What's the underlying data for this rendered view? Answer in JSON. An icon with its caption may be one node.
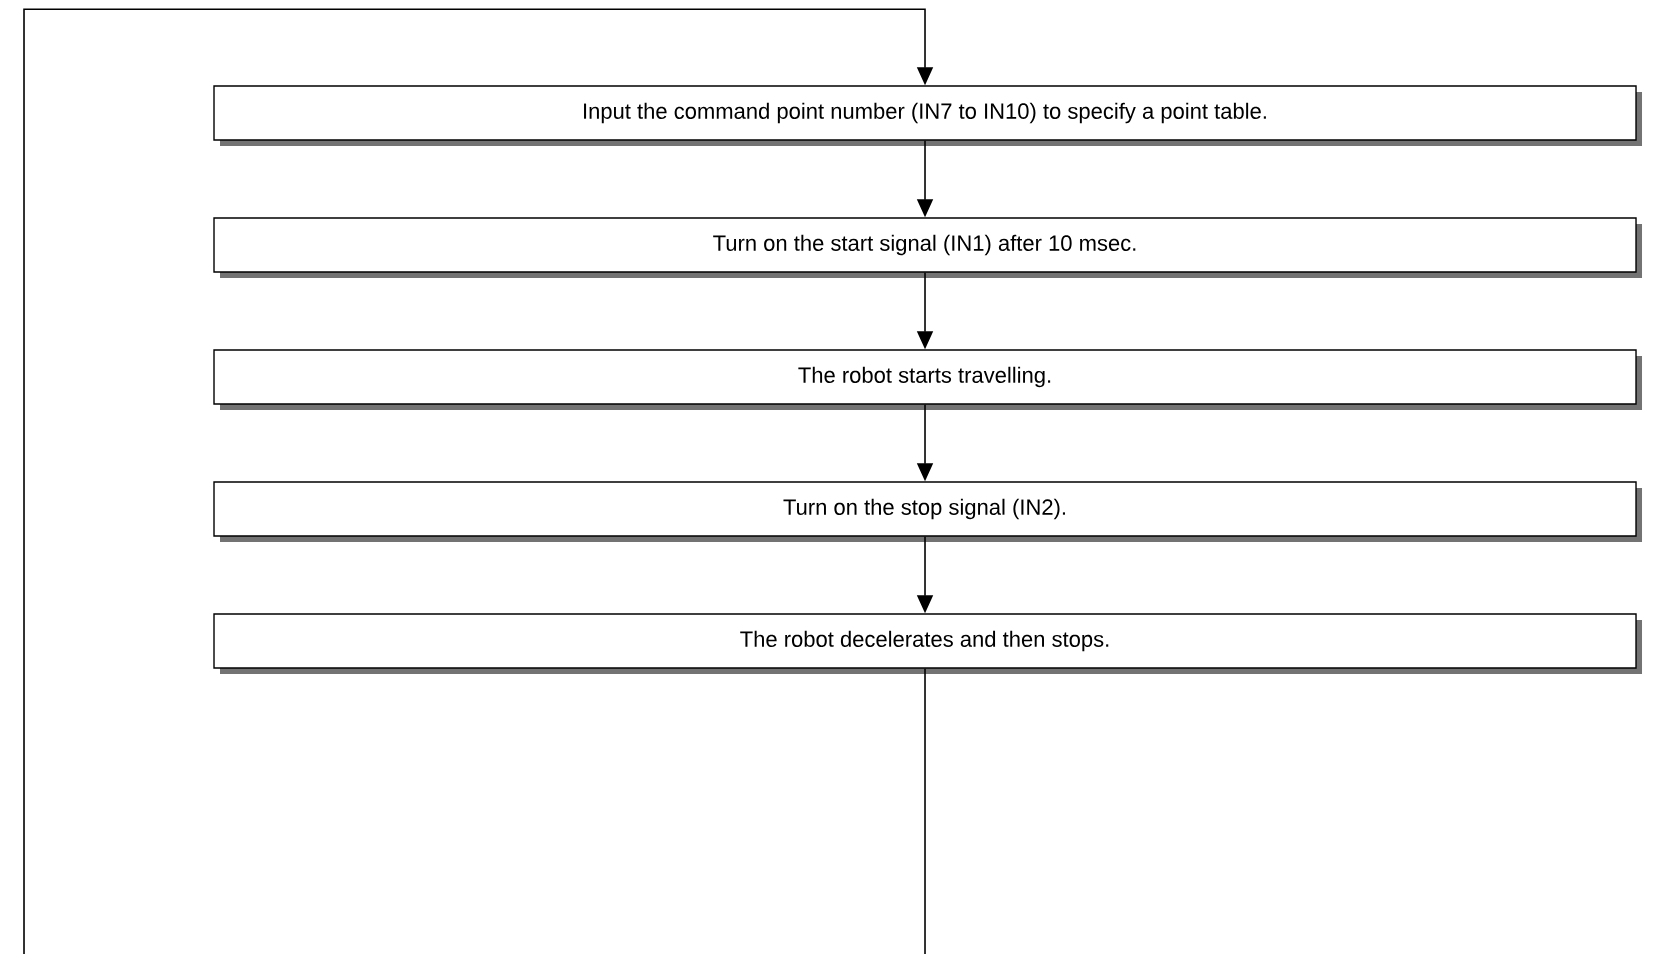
{
  "diagram": {
    "nodes": [
      {
        "text": [
          "Input the command point number (IN7 to IN10) to specify a point table."
        ]
      },
      {
        "text": [
          "Turn on the start signal (IN1) after 10 msec."
        ]
      },
      {
        "text": [
          "The robot starts travelling."
        ]
      },
      {
        "text": [
          "Turn on the stop signal (IN2)."
        ]
      },
      {
        "text": [
          "The robot decelerates and then stops."
        ]
      }
    ],
    "edges": [
      {
        "from": null,
        "to": 0,
        "arrow": "to"
      },
      {
        "from": 0,
        "to": 1,
        "arrow": "to"
      },
      {
        "from": 1,
        "to": 2,
        "arrow": "to"
      },
      {
        "from": 2,
        "to": 3,
        "arrow": "to"
      },
      {
        "from": 3,
        "to": 4,
        "arrow": "to"
      },
      {
        "from": 4,
        "to": null,
        "arrow": "none"
      }
    ]
  }
}
